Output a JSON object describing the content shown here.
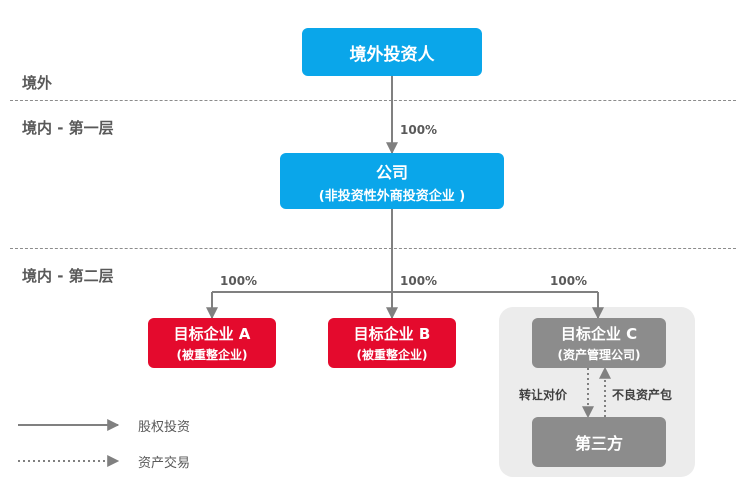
{
  "regions": {
    "overseas": "境外",
    "domestic_layer1": "境内 - 第一层",
    "domestic_layer2": "境内 - 第二层"
  },
  "nodes": {
    "investor": "境外投资人",
    "company_title": "公司",
    "company_subtitle": "(非投资性外商投资企业 )",
    "target_a_title": "目标企业 A",
    "target_a_subtitle": "(被重整企业)",
    "target_b_title": "目标企业 B",
    "target_b_subtitle": "(被重整企业)",
    "target_c_title": "目标企业 C",
    "target_c_subtitle": "(资产管理公司)",
    "third_party": "第三方"
  },
  "edges": {
    "investor_to_company": "100%",
    "company_to_a": "100%",
    "company_to_b": "100%",
    "company_to_c": "100%",
    "c_to_third_party": "转让对价",
    "third_party_to_c": "不良资产包"
  },
  "legend": {
    "equity": "股权投资",
    "asset": "资产交易"
  },
  "colors": {
    "blue": "#0aa6ea",
    "red": "#e40a2d",
    "gray": "#8c8c8c",
    "panel": "#ececec"
  }
}
